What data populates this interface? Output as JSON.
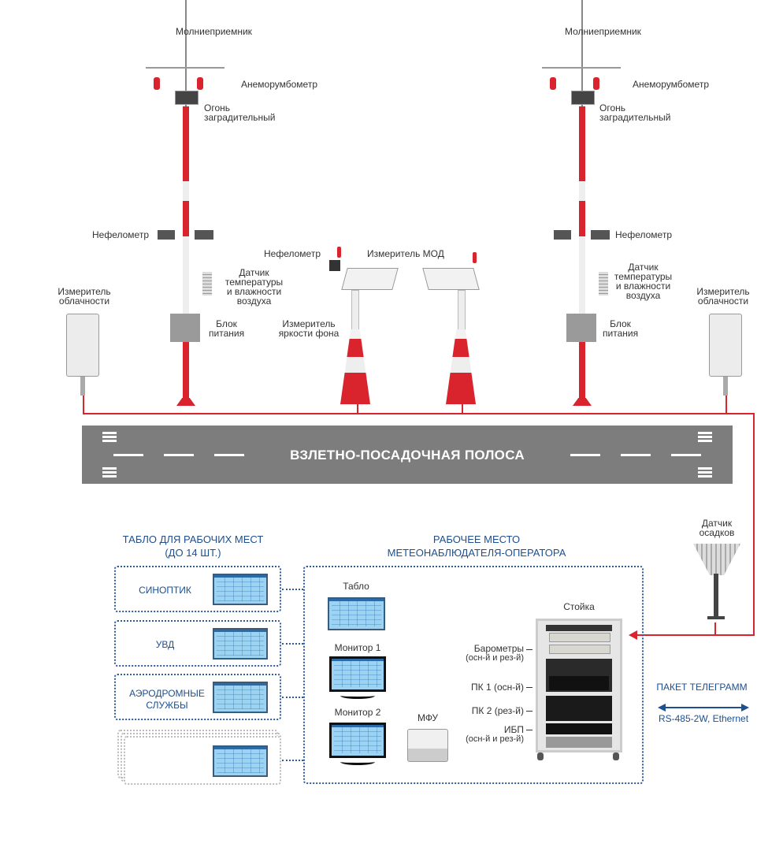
{
  "masts": [
    {
      "lightning": "Молниеприемник",
      "anemo": "Анеморумбометр",
      "light": "Огонь заградительный",
      "neph": "Нефелометр",
      "temp": "Датчик температуры и влажности воздуха",
      "power": "Блок питания"
    },
    {
      "lightning": "Молниеприемник",
      "anemo": "Анеморумбометр",
      "light": "Огонь заградительный",
      "neph": "Нефелометр",
      "temp": "Датчик температуры и влажности воздуха",
      "power": "Блок питания"
    }
  ],
  "cloud_meters": [
    "Измеритель облачности",
    "Измеритель облачности"
  ],
  "mod": {
    "neph": "Нефелометр",
    "mod": "Измеритель МОД",
    "bright": "Измеритель яркости фона"
  },
  "runway": "ВЗЛЕТНО-ПОСАДОЧНАЯ ПОЛОСА",
  "rain": "Датчик осадков",
  "left_panel": {
    "title": "ТАБЛО ДЛЯ РАБОЧИХ МЕСТ",
    "subtitle": "(ДО 14 ШТ.)",
    "items": [
      "СИНОПТИК",
      "УВД",
      "АЭРОДРОМНЫЕ СЛУЖБЫ",
      ""
    ]
  },
  "workplace": {
    "title": "РАБОЧЕЕ МЕСТО",
    "subtitle": "МЕТЕОНАБЛЮДАТЕЛЯ-ОПЕРАТОРА",
    "tablo": "Табло",
    "mon1": "Монитор 1",
    "mon2": "Монитор 2",
    "mfu": "МФУ",
    "rack": "Стойка",
    "rack_items": [
      {
        "a": "Барометры",
        "b": "(осн-й и рез-й)"
      },
      {
        "a": "ПК 1 (осн-й)",
        "b": ""
      },
      {
        "a": "ПК 2 (рез-й)",
        "b": ""
      },
      {
        "a": "ИБП",
        "b": "(осн-й и рез-й)"
      }
    ]
  },
  "link": {
    "title": "ПАКЕТ ТЕЛЕГРАММ",
    "protocol": "RS-485-2W, Ethernet"
  },
  "colors": {
    "red": "#d9232d",
    "blue": "#1e4f8f",
    "runway": "#7d7d7d"
  }
}
